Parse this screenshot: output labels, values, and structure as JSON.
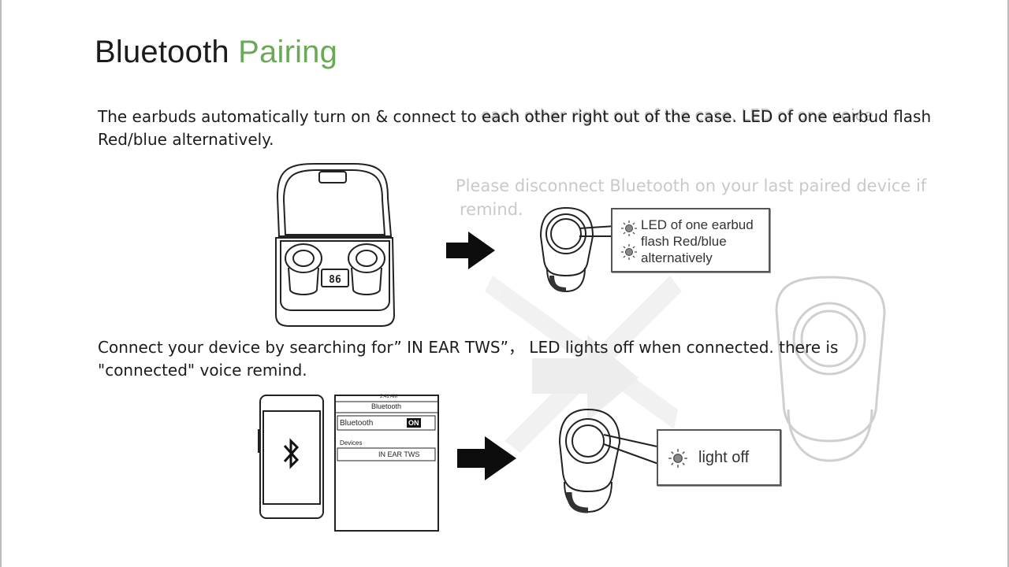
{
  "title": {
    "word1": "Bluetooth",
    "word2": "Pairing",
    "accent_color": "#6aa957"
  },
  "paragraphs": {
    "step1": "The earbuds automatically turn on & connect to each other right out of the case. LED of one earbud flash Red/blue alternatively.",
    "step2": "Connect your device by searching for” IN EAR TWS”， LED lights off when connected. there is \"connected\" voice remind."
  },
  "ghost_text": {
    "line1": "Please disconnect Bluetooth on your last paired device if",
    "line2": "remind.",
    "line3": "each other right out of the case. LED of one voice"
  },
  "case_display": "86",
  "callout1": {
    "line1": "LED of one earbud",
    "line2": "flash Red/blue",
    "line3": "alternatively"
  },
  "callout2": {
    "line1": "light off"
  },
  "phone_screen": {
    "status_time": "2:41 AM",
    "header": "Bluetooth",
    "toggle_label": "Bluetooth",
    "toggle_state": "ON",
    "devices_label": "Devices",
    "device_name": "IN EAR TWS"
  },
  "icons": [
    "bluetooth-icon",
    "arrow-right-icon",
    "led-sun-icon"
  ]
}
